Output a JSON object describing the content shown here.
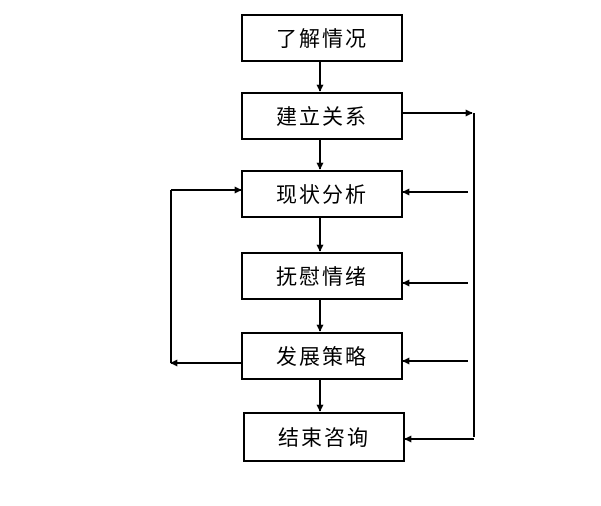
{
  "diagram": {
    "type": "flowchart",
    "nodes": [
      {
        "id": "n1",
        "label": "了解情况"
      },
      {
        "id": "n2",
        "label": "建立关系"
      },
      {
        "id": "n3",
        "label": "现状分析"
      },
      {
        "id": "n4",
        "label": "抚慰情绪"
      },
      {
        "id": "n5",
        "label": "发展策略"
      },
      {
        "id": "n6",
        "label": "结束咨询"
      }
    ],
    "edges": [
      {
        "from": "n1",
        "to": "n2"
      },
      {
        "from": "n2",
        "to": "n3"
      },
      {
        "from": "n3",
        "to": "n4"
      },
      {
        "from": "n4",
        "to": "n5"
      },
      {
        "from": "n5",
        "to": "n6"
      },
      {
        "from": "n5",
        "to": "n3",
        "kind": "feedback-loop-left"
      },
      {
        "from": "n2",
        "to": "n3",
        "kind": "branch-right"
      },
      {
        "from": "n2",
        "to": "n4",
        "kind": "branch-right"
      },
      {
        "from": "n2",
        "to": "n5",
        "kind": "branch-right"
      },
      {
        "from": "n2",
        "to": "n6",
        "kind": "branch-right"
      }
    ],
    "colors": {
      "stroke": "#000000",
      "fill": "#ffffff",
      "text": "#000000"
    }
  }
}
